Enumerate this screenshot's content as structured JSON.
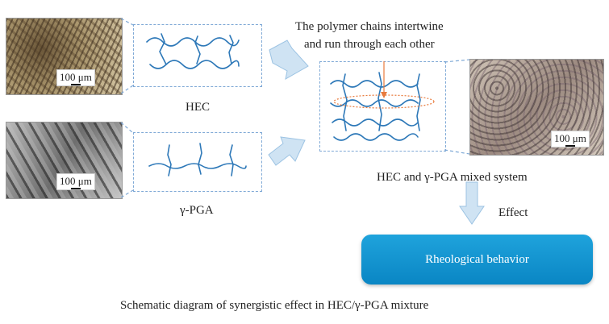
{
  "labels": {
    "hec": "HEC",
    "pga": "γ-PGA",
    "intertwine_line1": "The polymer chains intertwine",
    "intertwine_line2": "and run through each other",
    "mixed": "HEC and γ-PGA mixed system",
    "effect": "Effect",
    "rheo": "Rheological behavior",
    "caption": "Schematic diagram of synergistic effect in HEC/γ-PGA mixture"
  },
  "scale_bars": {
    "hec": "100 μm",
    "pga": "100 μm",
    "mixed": "100 μm"
  },
  "colors": {
    "dash_border": "#7fa9d6",
    "chain": "#2d78b8",
    "arrow_fill": "#cfe3f3",
    "arrow_stroke": "#9cc3e3",
    "button": "#0a86c4",
    "connector_red": "#e87a3c"
  }
}
